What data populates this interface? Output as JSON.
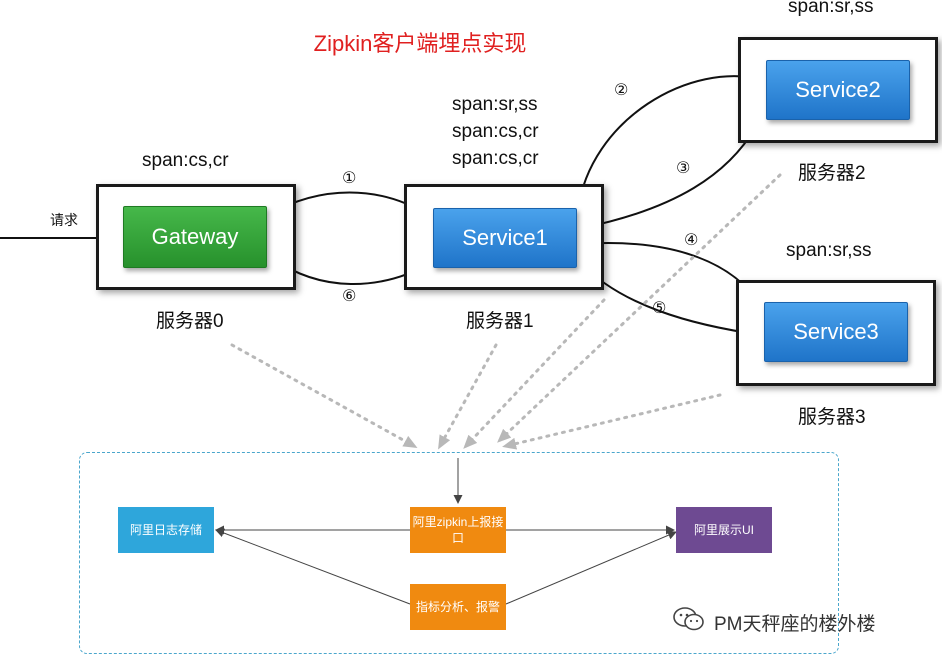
{
  "title": "Zipkin客户端埋点实现",
  "request_label": "请求",
  "nodes": {
    "gateway": "Gateway",
    "service1": "Service1",
    "service2": "Service2",
    "service3": "Service3"
  },
  "servers": {
    "s0": "服务器0",
    "s1": "服务器1",
    "s2": "服务器2",
    "s3": "服务器3"
  },
  "spans": {
    "gateway": "span:cs,cr",
    "service1": [
      "span:sr,ss",
      "span:cs,cr",
      "span:cs,cr"
    ],
    "service2": "span:sr,ss",
    "service3": "span:sr,ss"
  },
  "steps": [
    "①",
    "②",
    "③",
    "④",
    "⑤",
    "⑥"
  ],
  "backend": {
    "log_storage": "阿里日志存储",
    "report_api": "阿里zipkin上报接口",
    "display_ui": "阿里展示UI",
    "metrics_alert": "指标分析、报警"
  },
  "watermark": "PM天秤座的楼外楼",
  "colors": {
    "title": "#e02020",
    "gateway": "#2f9e33",
    "service": "#2b84d8",
    "log_storage": "#2ea6db",
    "report_api": "#f08a10",
    "display_ui": "#6e4a92",
    "dashed_border": "#4aa6cc"
  }
}
